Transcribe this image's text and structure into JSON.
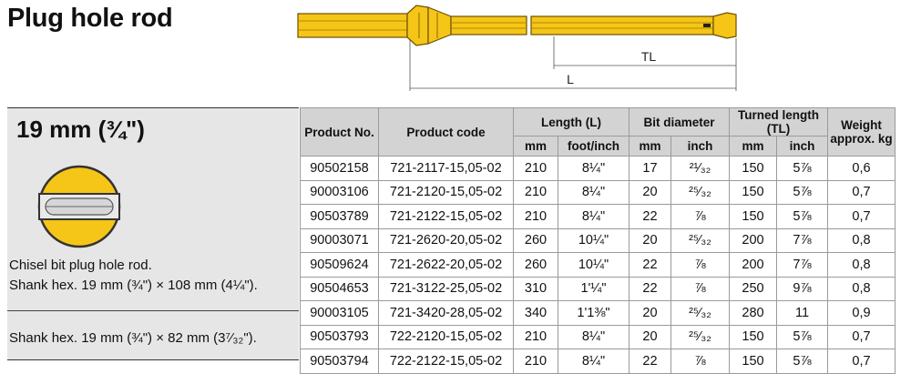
{
  "page_title": "Plug hole rod",
  "drawing": {
    "tl_label": "TL",
    "l_label": "L"
  },
  "size_title": "19 mm (¾\")",
  "descriptions": {
    "group1_line1": "Chisel bit plug hole rod.",
    "group1_line2": "Shank hex. 19 mm (¾\") × 108 mm (4¼\").",
    "group2_line1": "Shank hex. 19 mm (¾\") × 82 mm (3⁷⁄₃₂\")."
  },
  "colors": {
    "rod_yellow": "#f5c518",
    "rod_outline": "#6b5200",
    "header_gray": "#d3d3d3",
    "panel_gray": "#e6e6e6"
  },
  "table": {
    "headers": {
      "product_no": "Product No.",
      "product_code": "Product code",
      "length": "Length (L)",
      "bit_diameter": "Bit diameter",
      "turned_length": "Turned length (TL)",
      "weight_1": "Weight",
      "weight_2": "approx. kg",
      "mm": "mm",
      "foot_inch": "foot/inch",
      "inch": "inch"
    },
    "rows": [
      {
        "no": "90502158",
        "code": "721-2117-15,05-02",
        "len_mm": "210",
        "len_in": "8¼\"",
        "bit_mm": "17",
        "bit_in": "²¹⁄₃₂",
        "tl_mm": "150",
        "tl_in": "5⅞",
        "w": "0,6"
      },
      {
        "no": "90003106",
        "code": "721-2120-15,05-02",
        "len_mm": "210",
        "len_in": "8¼\"",
        "bit_mm": "20",
        "bit_in": "²⁵⁄₃₂",
        "tl_mm": "150",
        "tl_in": "5⅞",
        "w": "0,7"
      },
      {
        "no": "90503789",
        "code": "721-2122-15,05-02",
        "len_mm": "210",
        "len_in": "8¼\"",
        "bit_mm": "22",
        "bit_in": "⅞",
        "tl_mm": "150",
        "tl_in": "5⅞",
        "w": "0,7"
      },
      {
        "no": "90003071",
        "code": "721-2620-20,05-02",
        "len_mm": "260",
        "len_in": "10¼\"",
        "bit_mm": "20",
        "bit_in": "²⁵⁄₃₂",
        "tl_mm": "200",
        "tl_in": "7⅞",
        "w": "0,8"
      },
      {
        "no": "90509624",
        "code": "721-2622-20,05-02",
        "len_mm": "260",
        "len_in": "10¼\"",
        "bit_mm": "22",
        "bit_in": "⅞",
        "tl_mm": "200",
        "tl_in": "7⅞",
        "w": "0,8"
      },
      {
        "no": "90504653",
        "code": "721-3122-25,05-02",
        "len_mm": "310",
        "len_in": "1'¼\"",
        "bit_mm": "22",
        "bit_in": "⅞",
        "tl_mm": "250",
        "tl_in": "9⅞",
        "w": "0,8"
      },
      {
        "no": "90003105",
        "code": "721-3420-28,05-02",
        "len_mm": "340",
        "len_in": "1'1⅜\"",
        "bit_mm": "20",
        "bit_in": "²⁵⁄₃₂",
        "tl_mm": "280",
        "tl_in": "11",
        "w": "0,9"
      },
      {
        "no": "90503793",
        "code": "722-2120-15,05-02",
        "len_mm": "210",
        "len_in": "8¼\"",
        "bit_mm": "20",
        "bit_in": "²⁵⁄₃₂",
        "tl_mm": "150",
        "tl_in": "5⅞",
        "w": "0,7"
      },
      {
        "no": "90503794",
        "code": "722-2122-15,05-02",
        "len_mm": "210",
        "len_in": "8¼\"",
        "bit_mm": "22",
        "bit_in": "⅞",
        "tl_mm": "150",
        "tl_in": "5⅞",
        "w": "0,7"
      }
    ]
  }
}
